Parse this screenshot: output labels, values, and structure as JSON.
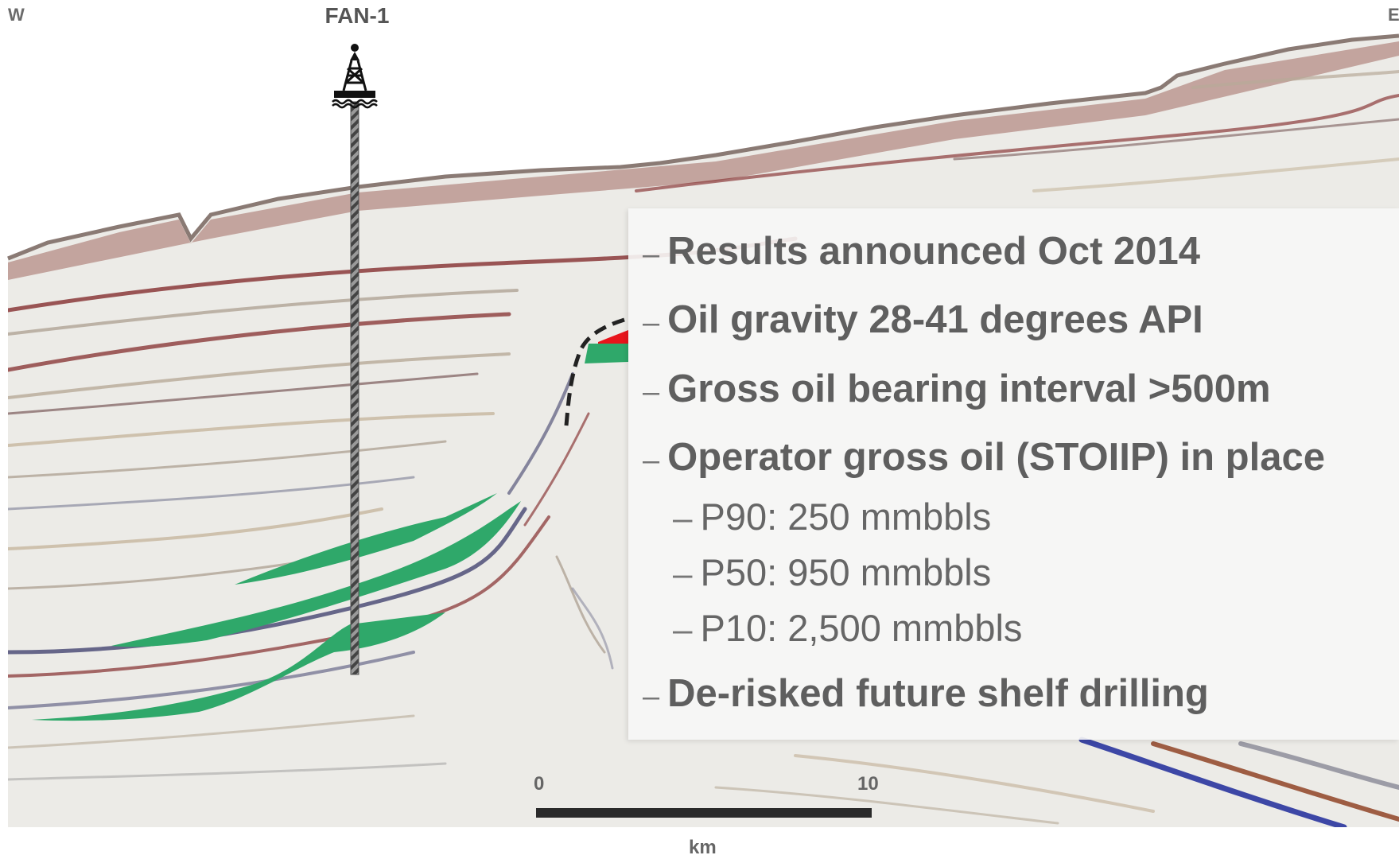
{
  "section": {
    "west_label": "W",
    "east_label": "E",
    "well_name": "FAN-1"
  },
  "panel": {
    "bullets": [
      "Results announced Oct 2014",
      "Oil gravity 28-41 degrees API",
      "Gross oil bearing interval >500m",
      "Operator gross oil (STOIIP) in place"
    ],
    "sub_bullets": [
      "P90: 250 mmbbls",
      "P50: 950 mmbbls",
      "P10: 2,500 mmbbls"
    ],
    "last_bullet": "De-risked future shelf drilling"
  },
  "scale_bar": {
    "start_label": "0",
    "end_label": "10",
    "unit": "km"
  },
  "colors": {
    "oil_zone": "#2fa86a",
    "gas_cap": "#e8141b",
    "seabed": "#8a7a74",
    "reflector_red": "#8b3a3a",
    "reflector_blue": "#2a2a8a",
    "panel_text": "#5f5f5f"
  },
  "icons": {
    "rig": "drilling-rig-icon"
  }
}
